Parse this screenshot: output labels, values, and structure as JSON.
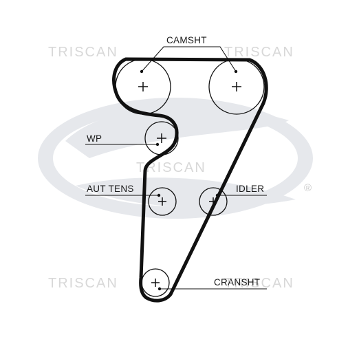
{
  "diagram": {
    "watermark_text": "TRISCAN",
    "labels": {
      "camshaft": "CAMSHT",
      "water_pump": "WP",
      "auto_tensioner": "AUT TENS",
      "idler": "IDLER",
      "crankshaft": "CRANSHT"
    },
    "registered_mark": "®",
    "colors": {
      "belt": "#111111",
      "watermark": "#d8d8d8",
      "logo": "#e6e8ec"
    },
    "icons": [
      "pulley-plus-icon",
      "gates-logo-watermark"
    ]
  }
}
